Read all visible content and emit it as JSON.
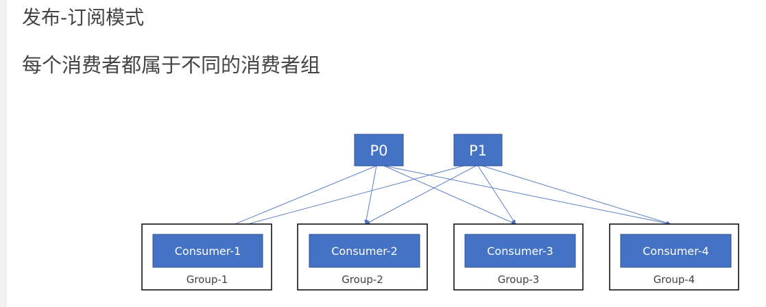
{
  "title": "发布-订阅模式",
  "subtitle": "每个消费者都属于不同的消费者组",
  "colors": {
    "box_fill": "#4472c4",
    "box_border": "#2f528f",
    "arrow": "#5b7fc7",
    "group_border": "#111111",
    "text": "#444444"
  },
  "producers": [
    {
      "label": "P0"
    },
    {
      "label": "P1"
    }
  ],
  "groups": [
    {
      "consumer": "Consumer-1",
      "label": "Group-1"
    },
    {
      "consumer": "Consumer-2",
      "label": "Group-2"
    },
    {
      "consumer": "Consumer-3",
      "label": "Group-3"
    },
    {
      "consumer": "Consumer-4",
      "label": "Group-4"
    }
  ]
}
